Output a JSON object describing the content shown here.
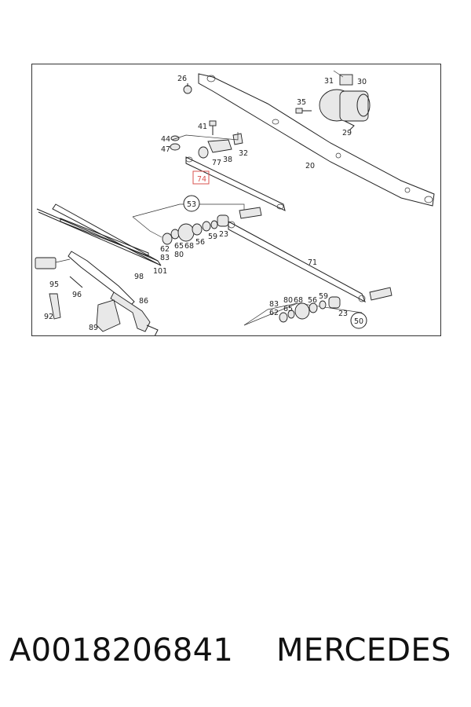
{
  "diagram": {
    "callouts": [
      "26",
      "31",
      "30",
      "35",
      "29",
      "41",
      "44",
      "47",
      "77",
      "38",
      "32",
      "20",
      "74",
      "53",
      "62",
      "83",
      "65",
      "68",
      "80",
      "56",
      "59",
      "23",
      "101",
      "98",
      "95",
      "96",
      "92",
      "89",
      "86",
      "71",
      "50"
    ],
    "highlighted_callout": "74",
    "highlight_color": "#d9534f"
  },
  "caption": {
    "part_number": "A0018206841",
    "brand": "MERCEDES"
  }
}
